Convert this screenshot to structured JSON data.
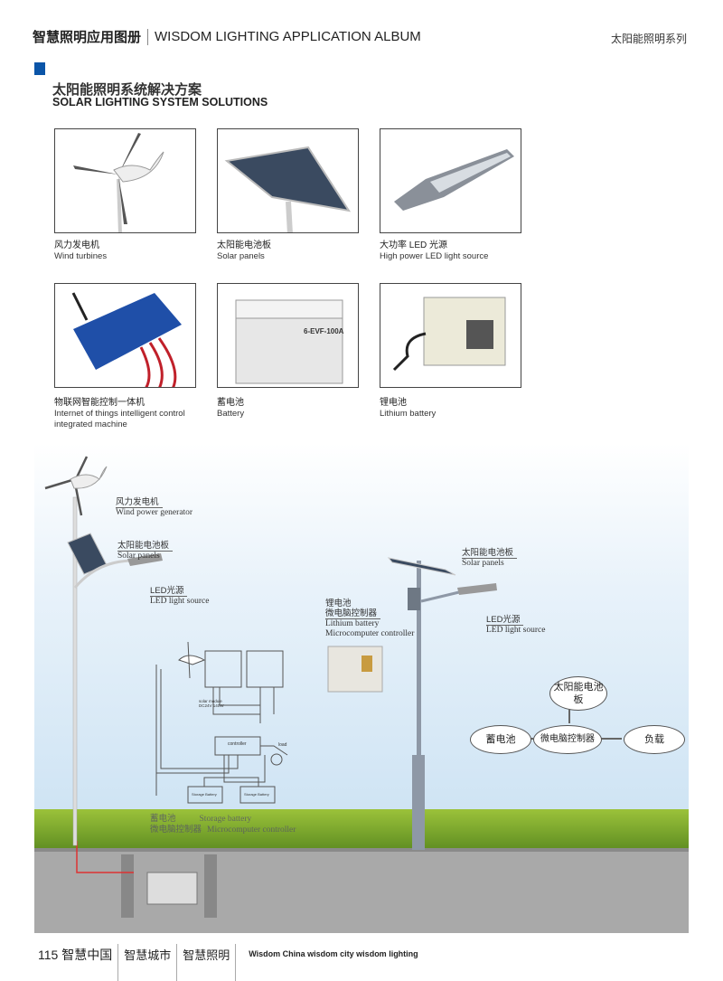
{
  "header": {
    "title_cn": "智慧照明应用图册",
    "title_en": "WISDOM LIGHTING APPLICATION ALBUM",
    "series": "太阳能照明系列"
  },
  "section": {
    "title_cn": "太阳能照明系统解决方案",
    "title_en": "SOLAR LIGHTING SYSTEM SOLUTIONS"
  },
  "products": [
    {
      "cn": "风力发电机",
      "en": "Wind turbines"
    },
    {
      "cn": "太阳能电池板",
      "en": "Solar panels"
    },
    {
      "cn": "大功率 LED 光源",
      "en": "High power LED light source"
    },
    {
      "cn": "物联网智能控制一体机",
      "en": "Internet of things intelligent control integrated machine"
    },
    {
      "cn": "蓄电池",
      "en": "Battery",
      "label": "6-EVF-100A"
    },
    {
      "cn": "锂电池",
      "en": "Lithium battery"
    }
  ],
  "diagram": {
    "wind": {
      "cn": "风力发电机",
      "en": "Wind power generator"
    },
    "solar_left": {
      "cn": "太阳能电池板",
      "en": "Solar panels"
    },
    "led_left": {
      "cn": "LED光源",
      "en": "LED light source"
    },
    "solar_right": {
      "cn": "太阳能电池板",
      "en": "Solar panels"
    },
    "lithium": {
      "cn1": "锂电池",
      "cn2": "微电脑控制器",
      "en1": "Lithium battery",
      "en2": "Microcomputer controller"
    },
    "led_right": {
      "cn": "LED光源",
      "en": "LED light source"
    },
    "wiring": {
      "module": "solar module",
      "module_spec": "DC24V 140W",
      "controller": "controller",
      "load": "load",
      "battery": "Storage Battery"
    },
    "ground_label": {
      "cn1": "蓄电池",
      "cn2": "微电脑控制器",
      "en1": "Storage battery",
      "en2": "Microcomputer controller"
    },
    "flow": {
      "solar": "太阳能电池板",
      "battery": "蓄电池",
      "controller": "微电脑控制器",
      "load": "负载"
    }
  },
  "footer": {
    "page": "115",
    "c1": "智慧中国",
    "c2": "智慧城市",
    "c3": "智慧照明",
    "en": "Wisdom China  wisdom city  wisdom lighting"
  },
  "colors": {
    "accent": "#0b55a8"
  }
}
